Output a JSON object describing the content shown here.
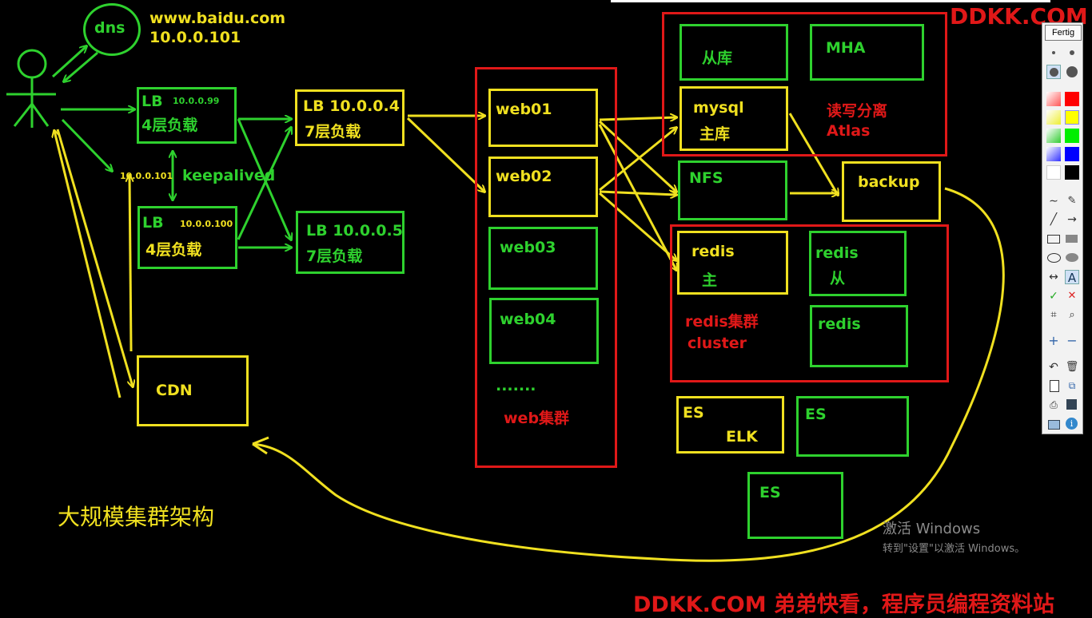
{
  "user": {
    "label": ""
  },
  "dns": {
    "label": "dns",
    "domain": "www.baidu.com",
    "ip": "10.0.0.101"
  },
  "lb4_top": {
    "title": "LB",
    "ip": "10.0.0.99",
    "desc": "4层负载"
  },
  "lb4_bottom": {
    "title": "LB",
    "ip": "10.0.0.100",
    "desc": "4层负载"
  },
  "vip": {
    "ip": "10.0.0.101"
  },
  "keepalived": {
    "label": "keepalived"
  },
  "lb7_top": {
    "title": "LB 10.0.0.4",
    "desc": "7层负载"
  },
  "lb7_bottom": {
    "title": "LB 10.0.0.5",
    "desc": "7层负载"
  },
  "cdn": {
    "label": "CDN"
  },
  "web_cluster": {
    "nodes": [
      "web01",
      "web02",
      "web03",
      "web04"
    ],
    "ellipsis": ".......",
    "label": "web集群"
  },
  "mysql": {
    "slave": "从库",
    "mha": "MHA",
    "master_name": "mysql",
    "master_role": "主库",
    "rw_split": "读写分离",
    "atlas": "Atlas"
  },
  "nfs": {
    "label": "NFS"
  },
  "backup": {
    "label": "backup"
  },
  "redis": {
    "master_name": "redis",
    "master_role": "主",
    "slave_name": "redis",
    "slave_role": "从",
    "third": "redis",
    "cluster_label": "redis集群",
    "cluster_word": "cluster"
  },
  "es": {
    "node1": "ES",
    "elk": "ELK",
    "node2": "ES",
    "node3": "ES"
  },
  "diagram_title": "大规模集群架构",
  "brand": {
    "top": "DDKK.COM",
    "bottom": "DDKK.COM 弟弟快看，程序员编程资料站"
  },
  "toolbar": {
    "done_label": "Fertig"
  },
  "activation": {
    "line1": "激活 Windows",
    "line2": "转到\"设置\"以激活 Windows。"
  },
  "colors": {
    "green": "#2ed12e",
    "yellow": "#f0e020",
    "red": "#e01818",
    "background": "#000000"
  }
}
